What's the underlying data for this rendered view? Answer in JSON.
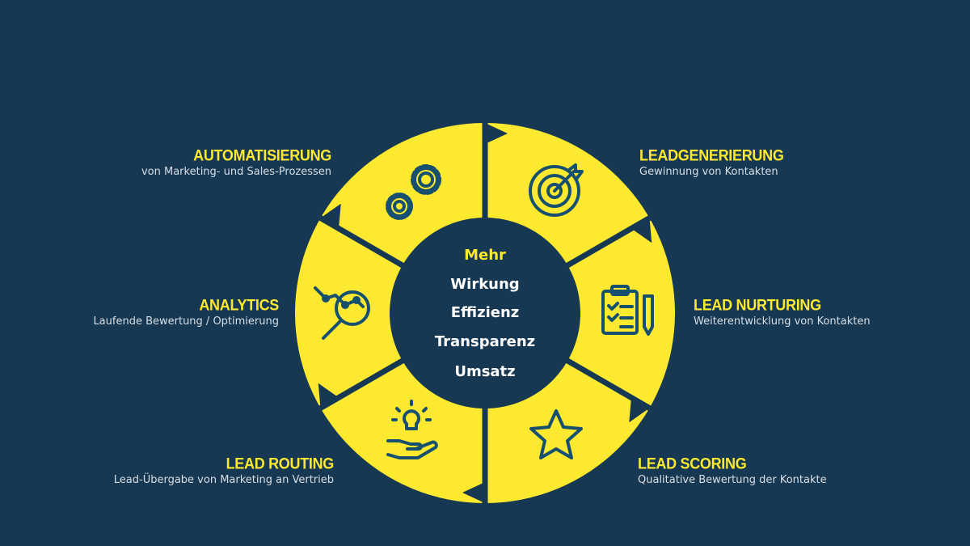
{
  "colors": {
    "background": "#163852",
    "segment": "#fde92f",
    "icon": "#17506e",
    "title": "#fde92f",
    "subtitle": "#d9dee4",
    "center_text": "#ffffff"
  },
  "center": {
    "lines": [
      "Mehr",
      "Wirkung",
      "Effizienz",
      "Transparenz",
      "Umsatz"
    ]
  },
  "segments": [
    {
      "title": "LEADGENERIERUNG",
      "subtitle": "Gewinnung von Kontakten",
      "icon": "target-icon"
    },
    {
      "title": "LEAD NURTURING",
      "subtitle": "Weiterentwicklung von Kontakten",
      "icon": "clipboard-checklist-icon"
    },
    {
      "title": "LEAD SCORING",
      "subtitle": "Qualitative Bewertung der Kontakte",
      "icon": "star-icon"
    },
    {
      "title": "LEAD ROUTING",
      "subtitle": "Lead-Übergabe von Marketing an Vertrieb",
      "icon": "hand-lightbulb-icon"
    },
    {
      "title": "ANALYTICS",
      "subtitle": "Laufende Bewertung / Optimierung",
      "icon": "magnifier-chart-icon"
    },
    {
      "title": "AUTOMATISIERUNG",
      "subtitle": "von Marketing- und Sales-Prozessen",
      "icon": "gears-icon"
    }
  ]
}
